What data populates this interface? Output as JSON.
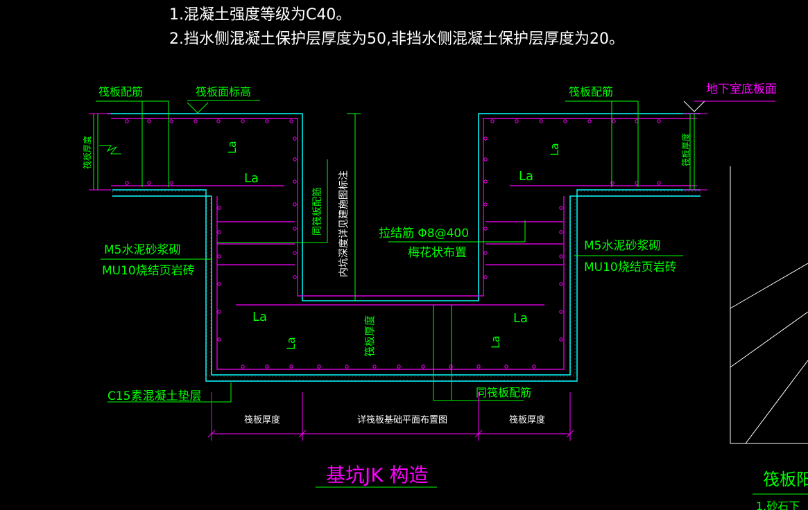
{
  "notes": [
    "1.混凝土强度等级为C40。",
    "2.挡水侧混凝土保护层厚度为50,非挡水侧混凝土保护层厚度为20。"
  ],
  "labels": {
    "raft_rebar_left": "筏板配筋",
    "raft_top_elev": "筏板面标高",
    "raft_rebar_right": "筏板配筋",
    "basement_floor": "地下室底板面",
    "raft_thickness_left": "筏板厚度",
    "raft_thickness_right": "筏板厚度",
    "same_raft_rebar_vertical": "同筏板配筋",
    "inner_pit_depth": "内坑深度详见建施图标注",
    "tie_bar_spec": "拉结筋 Φ8@400",
    "tie_bar_layout": "梅花状布置",
    "mortar_left": "M5水泥砂浆砌",
    "brick_left": "MU10烧结页岩砖",
    "mortar_right": "M5水泥砂浆砌",
    "brick_right": "MU10烧结页岩砖",
    "raft_thickness_center": "筏板厚度",
    "same_raft_rebar_bottom": "同筏板配筋",
    "cushion": "C15素混凝土垫层",
    "dim_left": "筏板厚度",
    "dim_center": "详筏板基础平面布置图",
    "dim_right": "筏板厚度",
    "la": "La",
    "title": "基坑JK 构造",
    "partial_title": "筏板阳",
    "partial_sub": "1.砂石下"
  },
  "colors": {
    "concrete": "#00ffff",
    "rebar": "#ff00ff",
    "leader": "#00ff00",
    "text_white": "#ffffff",
    "text_green": "#00ff00",
    "text_magenta": "#ff00ff"
  }
}
